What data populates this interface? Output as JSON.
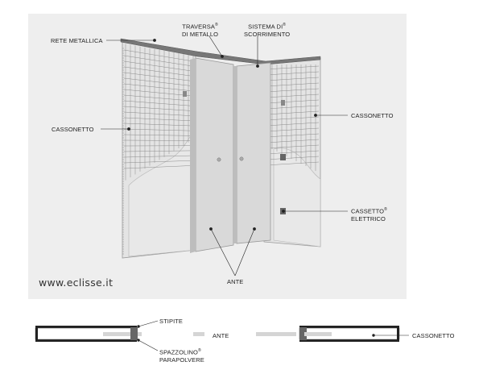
{
  "labels": {
    "rete_metallica": "RETE METALLICA",
    "traversa_line1": "TRAVERSA",
    "traversa_sup": "®",
    "traversa_line2": "DI METALLO",
    "sistema_line1": "SISTEMA DI",
    "sistema_sup": "®",
    "sistema_line2": "SCORRIMENTO",
    "cassonetto_left": "CASSONETTO",
    "cassonetto_right": "CASSONETTO",
    "cassetto_line1": "CASSETTO",
    "cassetto_sup": "®",
    "cassetto_line2": "ELETTRICO",
    "ante_main": "ANTE",
    "website": "www.eclisse.it"
  },
  "section_labels": {
    "stipite": "STIPITE",
    "ante": "ANTE",
    "cassonetto": "CASSONETTO",
    "spazzolino_line1": "SPAZZOLINO",
    "spazzolino_sup": "®",
    "spazzolino_line2": "PARAPOLVERE"
  },
  "colors": {
    "panel_bg": "#eeeeee",
    "door": "#d9d9d9",
    "door_shadow": "#bdbdbd",
    "mesh": "#8c8c8c",
    "line": "#333333"
  }
}
